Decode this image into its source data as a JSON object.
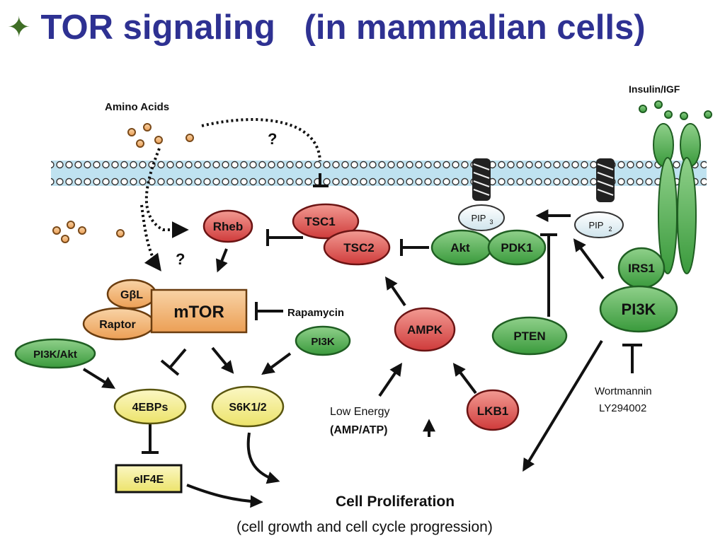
{
  "slide": {
    "bullet_icon": "four-pointed-star",
    "title": "TOR signaling   (in mammalian cells)"
  },
  "colors": {
    "title": "#2e3192",
    "bullet": "#3f6e25",
    "green_node": "#49a84a",
    "red_node": "#d94a4a",
    "orange_node": "#f2b271",
    "yellow_node": "#f4ee8c",
    "membrane": "#bfe2f0"
  },
  "diagram": {
    "labels": {
      "amino_acids": "Amino Acids",
      "insulin_igf": "Insulin/IGF",
      "question_1": "?",
      "question_2": "?",
      "rapamycin": "Rapamycin",
      "low_energy_1": "Low Energy",
      "low_energy_2": "(AMP/ATP)",
      "wortmannin_1": "Wortmannin",
      "wortmannin_2": "LY294002",
      "cell_prolif_1": "Cell  Proliferation",
      "cell_prolif_2": "(cell growth and cell cycle progression)"
    },
    "nodes": {
      "rheb": "Rheb",
      "tsc1": "TSC1",
      "tsc2": "TSC2",
      "pip3": "PIP",
      "pip3_sub": "3",
      "pip2": "PIP",
      "pip2_sub": "2",
      "akt": "Akt",
      "pdk1": "PDK1",
      "irs1": "IRS1",
      "pi3k_main": "PI3K",
      "gbl": "GβL",
      "raptor": "Raptor",
      "mtor": "mTOR",
      "pi3k_small": "PI3K",
      "ampk": "AMPK",
      "pten": "PTEN",
      "pi3k_akt": "PI3K/Akt",
      "ebps": "4EBPs",
      "s6k": "S6K1/2",
      "lkb1": "LKB1",
      "eif4e": "eIF4E"
    }
  }
}
